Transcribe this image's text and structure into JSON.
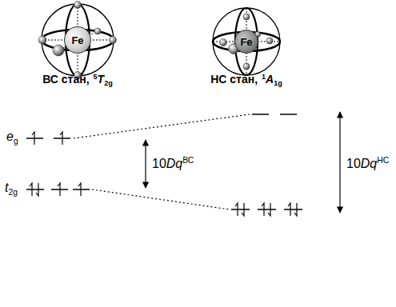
{
  "diagram": {
    "nodes": [
      {
        "text": [
          "Fe"
        ]
      },
      {
        "text": [
          "Fe"
        ]
      }
    ],
    "labels": [
      "ВС стан,",
      "5",
      "T",
      "2g",
      "НС стан,",
      "1",
      "A",
      "1g",
      "e",
      "g",
      "t",
      "2g",
      "10",
      "Dq",
      "ВС",
      "10",
      "Dq",
      "НС"
    ]
  }
}
